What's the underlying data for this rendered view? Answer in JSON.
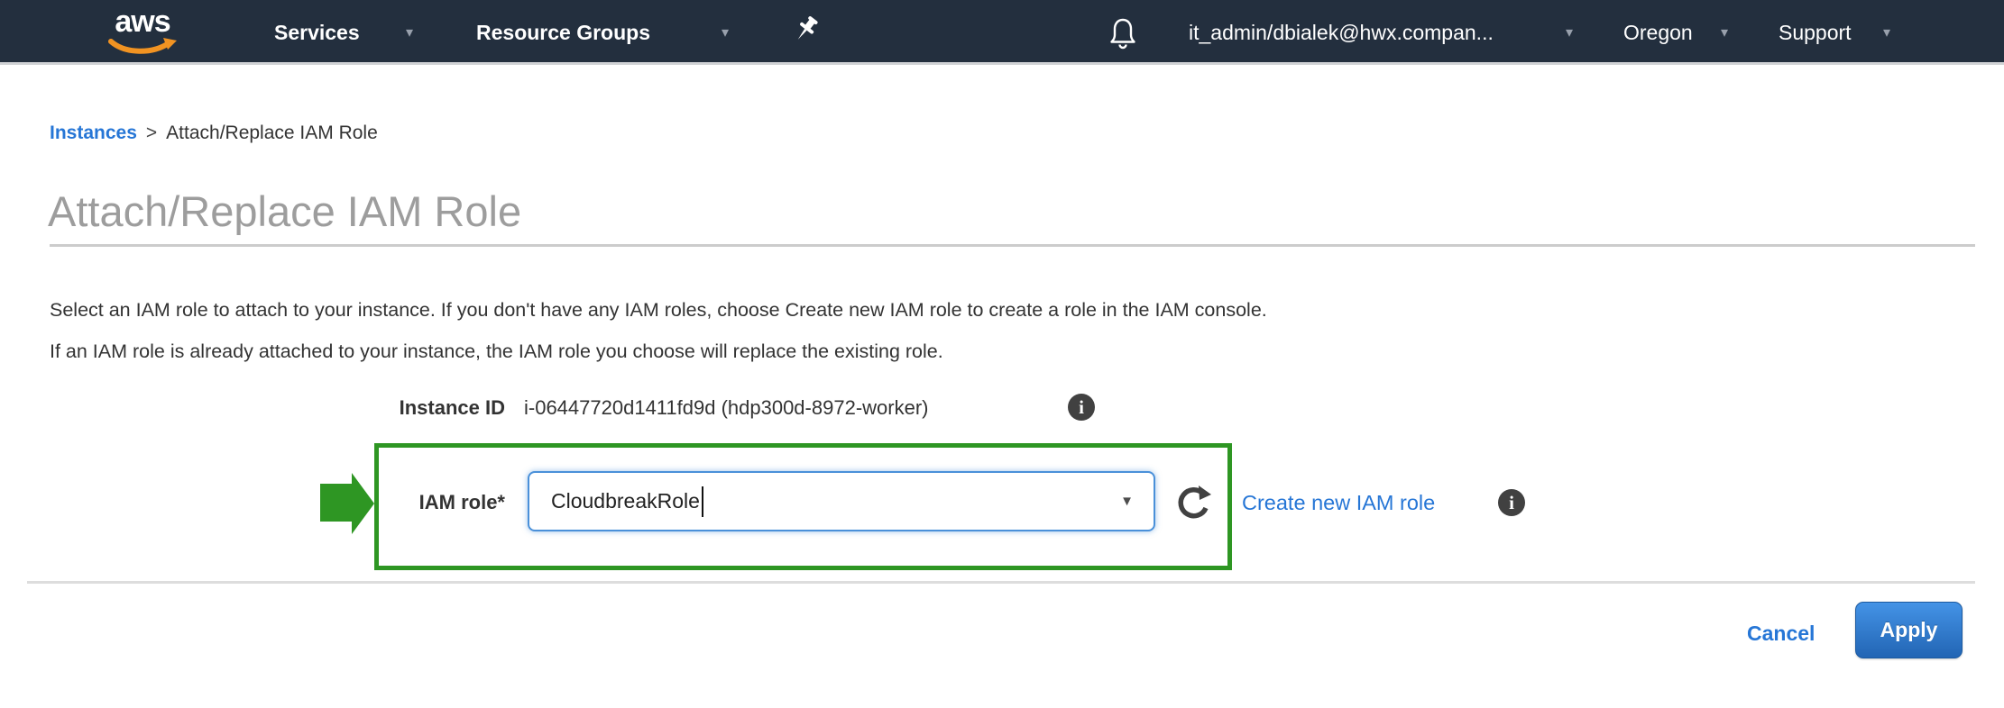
{
  "topbar": {
    "logo_text": "aws",
    "nav": [
      {
        "label": "Services"
      },
      {
        "label": "Resource Groups"
      }
    ],
    "user_menu": "it_admin/dbialek@hwx.compan...",
    "region": "Oregon",
    "support": "Support"
  },
  "icons": {
    "caret_down": "▾",
    "combobox_caret": "▼",
    "info_glyph": "i",
    "breadcrumb_separator": ">"
  },
  "breadcrumb": {
    "parent": "Instances",
    "current": "Attach/Replace IAM Role"
  },
  "page": {
    "title": "Attach/Replace IAM Role",
    "description_line1": "Select an IAM role to attach to your instance. If you don't have any IAM roles, choose Create new IAM role to create a role in the IAM console.",
    "description_line2": "If an IAM role is already attached to your instance, the IAM role you choose will replace the existing role."
  },
  "form": {
    "instance_id_label": "Instance ID",
    "instance_id_value": "i-06447720d1411fd9d (hdp300d-8972-worker)",
    "iam_role_label": "IAM role*",
    "iam_role_value": "CloudbreakRole",
    "create_role_link": "Create new IAM role"
  },
  "actions": {
    "cancel": "Cancel",
    "apply": "Apply"
  },
  "colors": {
    "topbar_bg": "#232f3e",
    "aws_orange": "#f19322",
    "link_blue": "#2676d6",
    "highlight_green": "#2e9623",
    "input_focus_blue": "#4a90d9",
    "title_gray": "#9d9d9d",
    "apply_gradient_top": "#4493e6",
    "apply_gradient_bottom": "#2265b4"
  }
}
